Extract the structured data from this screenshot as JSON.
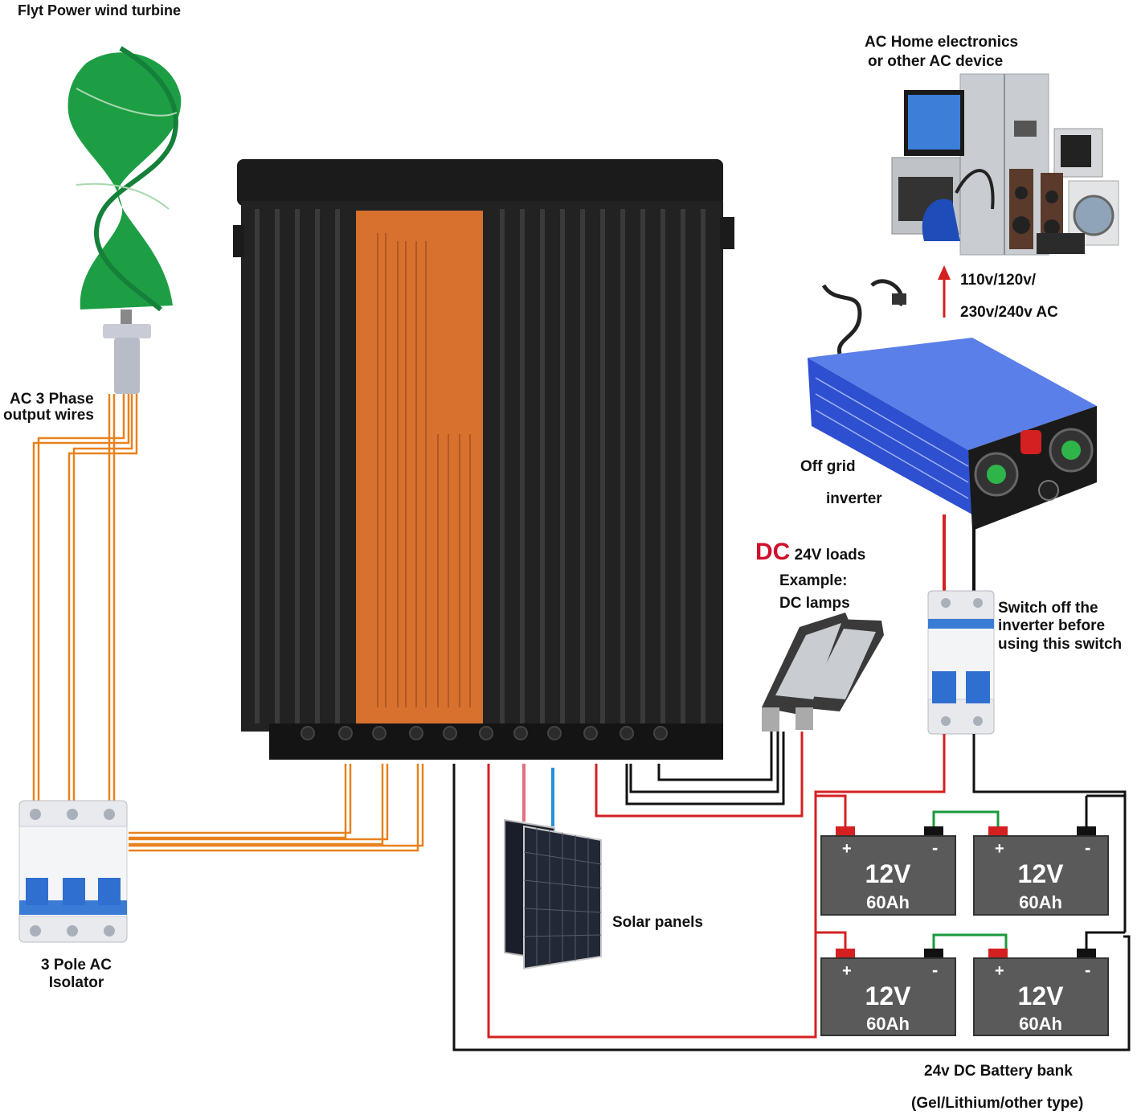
{
  "labels": {
    "wind_turbine": "Flyt Power wind turbine",
    "ac_wires_line1": "AC 3 Phase",
    "ac_wires_line2": "output wires",
    "isolator_line1": "3 Pole AC",
    "isolator_line2": "Isolator",
    "ac_device_line1": "AC Home electronics",
    "ac_device_line2": "or other AC device",
    "ac_voltage_line1": "110v/120v/",
    "ac_voltage_line2": "230v/240v AC",
    "inverter_line1": "Off grid",
    "inverter_line2": "inverter",
    "dc_prefix": "DC",
    "dc_loads": "24V loads",
    "dc_example": "Example:",
    "dc_lamps": "DC lamps",
    "switch_line1": "Switch off the",
    "switch_line2": "inverter before",
    "switch_line3": "using this switch",
    "solar": "Solar panels",
    "battery_bank_line1": "24v DC Battery bank",
    "battery_bank_line2": "(Gel/Lithium/other type)"
  },
  "batteries": [
    {
      "voltage": "12V",
      "capacity": "60Ah",
      "plus": "+",
      "minus": "-"
    },
    {
      "voltage": "12V",
      "capacity": "60Ah",
      "plus": "+",
      "minus": "-"
    },
    {
      "voltage": "12V",
      "capacity": "60Ah",
      "plus": "+",
      "minus": "-"
    },
    {
      "voltage": "12V",
      "capacity": "60Ah",
      "plus": "+",
      "minus": "-"
    }
  ],
  "colors": {
    "wire_ac": "#e8821e",
    "wire_positive": "#d42020",
    "wire_negative": "#111111",
    "wire_link": "#1a9a3a",
    "turbine": "#1e9e44",
    "controller_body": "#1e1e1e",
    "controller_label": "#d8702e",
    "inverter": "#2e4fd0",
    "battery": "#5a5a5a",
    "dc_highlight": "#d0102c"
  }
}
